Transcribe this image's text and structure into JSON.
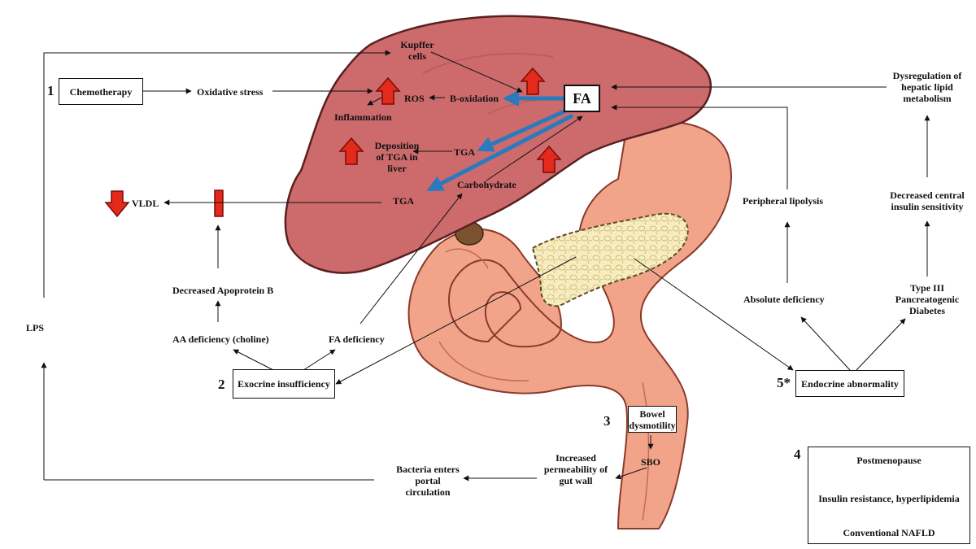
{
  "colors": {
    "liver": "#cd6a6c",
    "liver_outline": "#5a2020",
    "intestine": "#f2a48b",
    "pancreas": "#f7edc0",
    "gallbladder": "#7a5230",
    "up_arrow": "#e42a1c",
    "blue_arrow": "#2a7ac0"
  },
  "numbers": {
    "n1": "1",
    "n2": "2",
    "n3": "3",
    "n4": "4",
    "n5": "5*"
  },
  "boxes": {
    "chemotherapy": "Chemotherapy",
    "fa": "FA",
    "exocrine": "Exocrine insufficiency",
    "bowel": "Bowel\ndysmotility",
    "endocrine": "Endocrine abnormality"
  },
  "labels": {
    "kupffer": "Kupffer\ncells",
    "oxidative": "Oxidative stress",
    "ros": "ROS",
    "boxidation": "B-oxidation",
    "inflammation": "Inflammation",
    "deposition": "Deposition\nof TGA in\nliver",
    "tga1": "TGA",
    "tga2": "TGA",
    "carbohydrate": "Carbohydrate",
    "vldl": "VLDL",
    "apoprotein": "Decreased Apoprotein B",
    "aa_def": "AA  deficiency (choline)",
    "fa_def": "FA deficiency",
    "lps": "LPS",
    "bacteria": "Bacteria enters\nportal\ncirculation",
    "permeability": "Increased\npermeability of\ngut wall",
    "sbo": "SBO",
    "dysregulation": "Dysregulation of\nhepatic lipid\nmetabolism",
    "peripheral": "Peripheral lipolysis",
    "central": "Decreased central\ninsulin sensitivity",
    "absolute": "Absolute deficiency",
    "type3": "Type III\nPancreatogenic\nDiabetes"
  },
  "box4": {
    "postmenopause": "Postmenopause",
    "insulin": "Insulin resistance, hyperlipidemia",
    "nafld": "Conventional NAFLD"
  }
}
